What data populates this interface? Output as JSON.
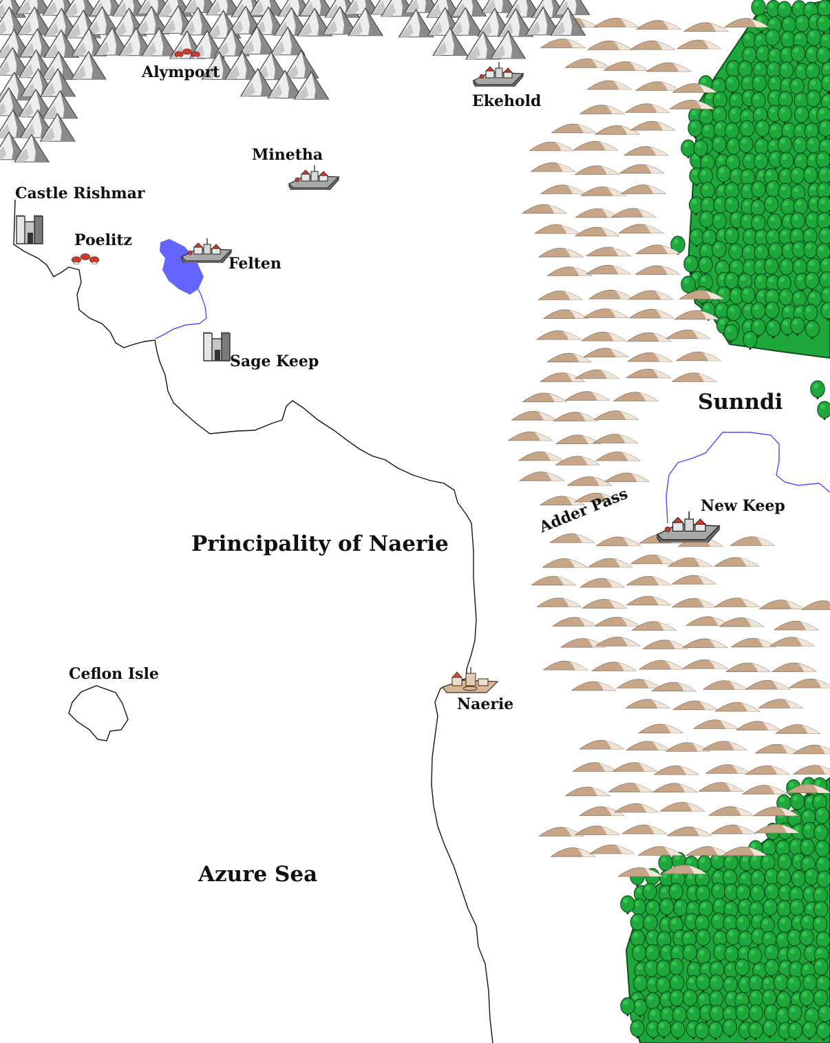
{
  "map": {
    "regions": {
      "principality": "Principality of Naerie",
      "sunndi": "Sunndi",
      "azure_sea": "Azure Sea",
      "ceflon": "Ceflon Isle",
      "adder_pass": "Adder Pass"
    },
    "places": {
      "alymport": "Alymport",
      "ekehold": "Ekehold",
      "minetha": "Minetha",
      "castle_rishmar": "Castle Rishmar",
      "poelitz": "Poelitz",
      "felten": "Felten",
      "sage_keep": "Sage Keep",
      "new_keep": "New Keep",
      "naerie": "Naerie"
    },
    "icons": {
      "mountain": "mountain-icon",
      "hill": "hill-icon",
      "tree": "tree-icon",
      "city": "walled-city-icon",
      "castle": "castle-icon",
      "village": "village-icon"
    },
    "colors": {
      "coast": "#000000",
      "river": "#4a4aff",
      "lake": "#6464ff",
      "forest": "#1ea83c",
      "forest_dark": "#0b5a1e",
      "hill": "#c9a88a",
      "hill_light": "#f0e6dc",
      "mountain": "#8c8c8c",
      "mountain_light": "#f0f0f0",
      "roof": "#d43a2a"
    }
  }
}
